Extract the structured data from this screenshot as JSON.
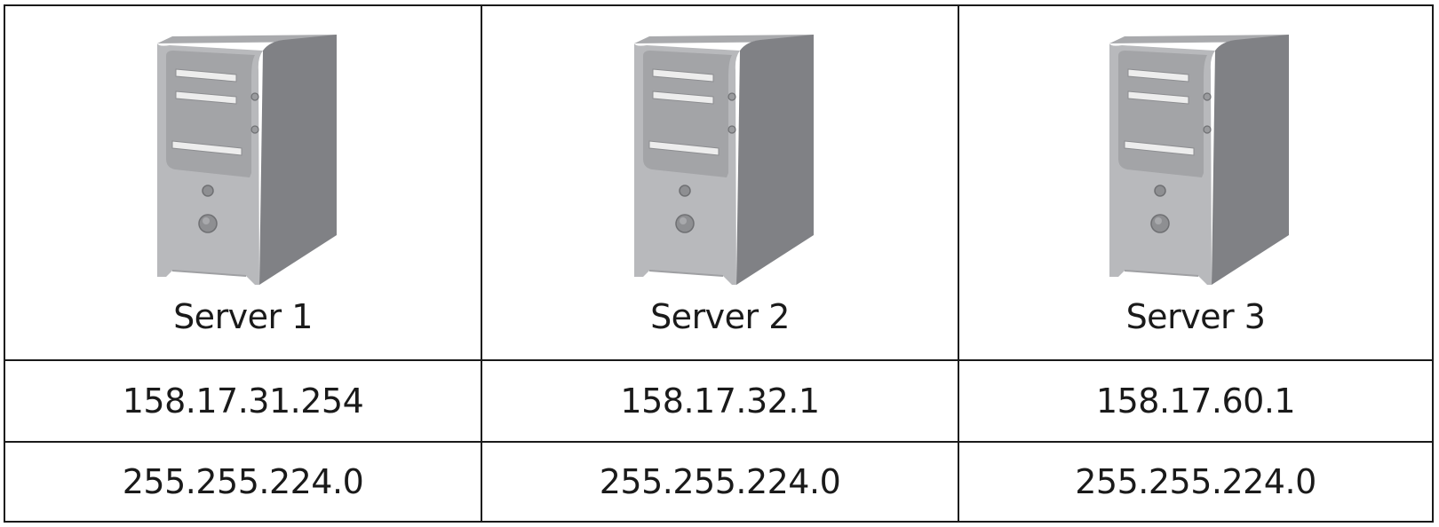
{
  "servers": [
    {
      "name": "Server 1",
      "ip_address": "158.17.31.254",
      "subnet_mask": "255.255.224.0",
      "icon": "server-tower-icon"
    },
    {
      "name": "Server 2",
      "ip_address": "158.17.32.1",
      "subnet_mask": "255.255.224.0",
      "icon": "server-tower-icon"
    },
    {
      "name": "Server 3",
      "ip_address": "158.17.60.1",
      "subnet_mask": "255.255.224.0",
      "icon": "server-tower-icon"
    }
  ],
  "colors": {
    "border": "#1a1a1a",
    "server_front": "#b9babd",
    "server_side": "#7f8084",
    "server_top": "#a6a7aa"
  }
}
